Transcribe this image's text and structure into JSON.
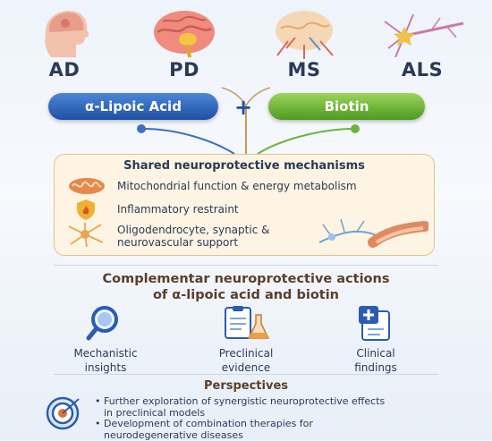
{
  "diseases": [
    {
      "label": "AD"
    },
    {
      "label": "PD"
    },
    {
      "label": "MS"
    },
    {
      "label": "ALS"
    }
  ],
  "compounds": {
    "left": "α-Lipoic Acid",
    "plus": "+",
    "right": "Biotin"
  },
  "mechanisms": {
    "title": "Shared neuroprotective mechanisms",
    "items": [
      "Mitochondrial function & energy metabolism",
      "Inflammatory restraint",
      "Oligodendrocyte, synaptic &",
      "neurovascular support"
    ]
  },
  "complementary": {
    "line1": "Complementar neuroprotective actions",
    "line2": "of α-lipoic acid and biotin"
  },
  "actions": [
    {
      "line1": "Mechanistic",
      "line2": "insights"
    },
    {
      "line1": "Preclinical",
      "line2": "evidence"
    },
    {
      "line1": "Clinical",
      "line2": "findings"
    }
  ],
  "perspectives": {
    "title": "Perspectives",
    "bullets": [
      {
        "line1": "• Further exploration of synergistic neuroprotective effects",
        "line2": "in preclinical models"
      },
      {
        "line1": "• Development of combination therapies for",
        "line2": "neurodegenerative diseases"
      }
    ]
  },
  "colors": {
    "ala": "#2a5db0",
    "biotin": "#6fb33a",
    "panel": "#fdf4e3",
    "title": "#5a3e2b"
  }
}
